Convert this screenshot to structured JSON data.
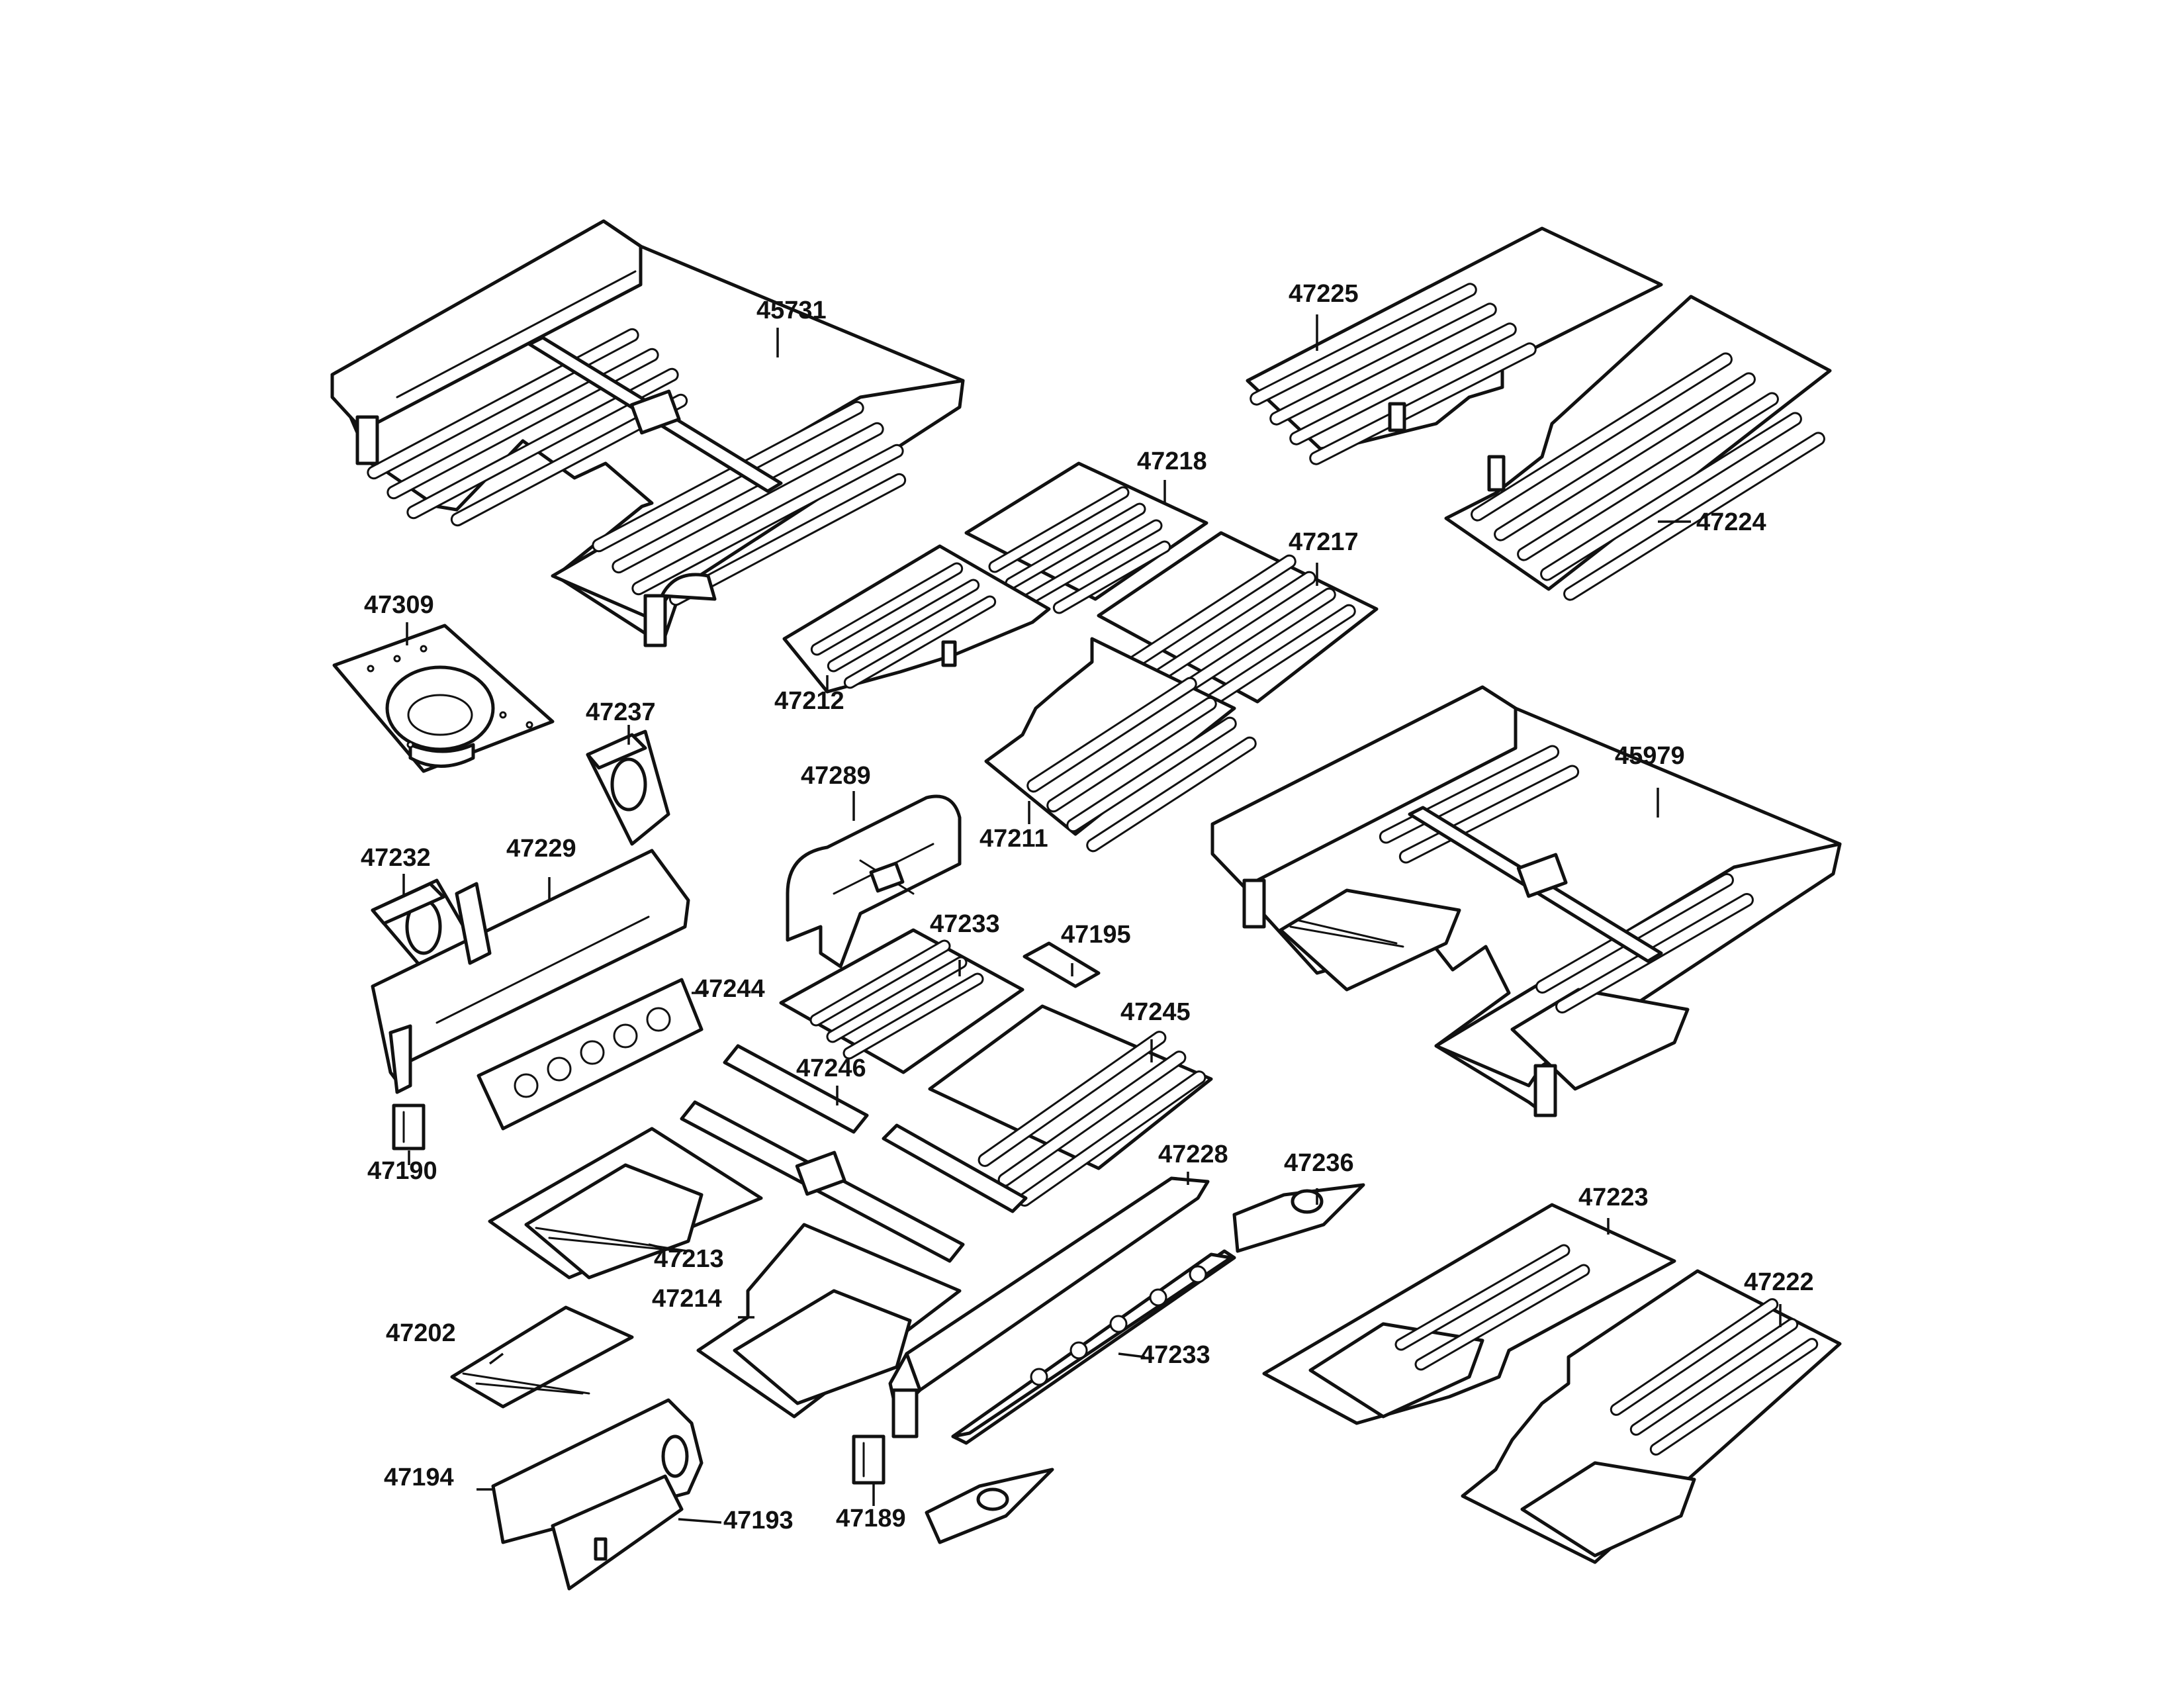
{
  "parts": [
    {
      "id": "p45731",
      "number": "45731"
    },
    {
      "id": "p47225",
      "number": "47225"
    },
    {
      "id": "p47224",
      "number": "47224"
    },
    {
      "id": "p47218",
      "number": "47218"
    },
    {
      "id": "p47217",
      "number": "47217"
    },
    {
      "id": "p47212",
      "number": "47212"
    },
    {
      "id": "p47211",
      "number": "47211"
    },
    {
      "id": "p45979",
      "number": "45979"
    },
    {
      "id": "p47309",
      "number": "47309"
    },
    {
      "id": "p47237",
      "number": "47237"
    },
    {
      "id": "p47289",
      "number": "47289"
    },
    {
      "id": "p47232",
      "number": "47232"
    },
    {
      "id": "p47229",
      "number": "47229"
    },
    {
      "id": "p47233a",
      "number": "47233"
    },
    {
      "id": "p47195",
      "number": "47195"
    },
    {
      "id": "p47244",
      "number": "47244"
    },
    {
      "id": "p47245",
      "number": "47245"
    },
    {
      "id": "p47246",
      "number": "47246"
    },
    {
      "id": "p47190",
      "number": "47190"
    },
    {
      "id": "p47228",
      "number": "47228"
    },
    {
      "id": "p47236",
      "number": "47236"
    },
    {
      "id": "p47223",
      "number": "47223"
    },
    {
      "id": "p47222",
      "number": "47222"
    },
    {
      "id": "p47213",
      "number": "47213"
    },
    {
      "id": "p47214",
      "number": "47214"
    },
    {
      "id": "p47202",
      "number": "47202"
    },
    {
      "id": "p47233b",
      "number": "47233"
    },
    {
      "id": "p47194",
      "number": "47194"
    },
    {
      "id": "p47193",
      "number": "47193"
    },
    {
      "id": "p47189",
      "number": "47189"
    }
  ]
}
